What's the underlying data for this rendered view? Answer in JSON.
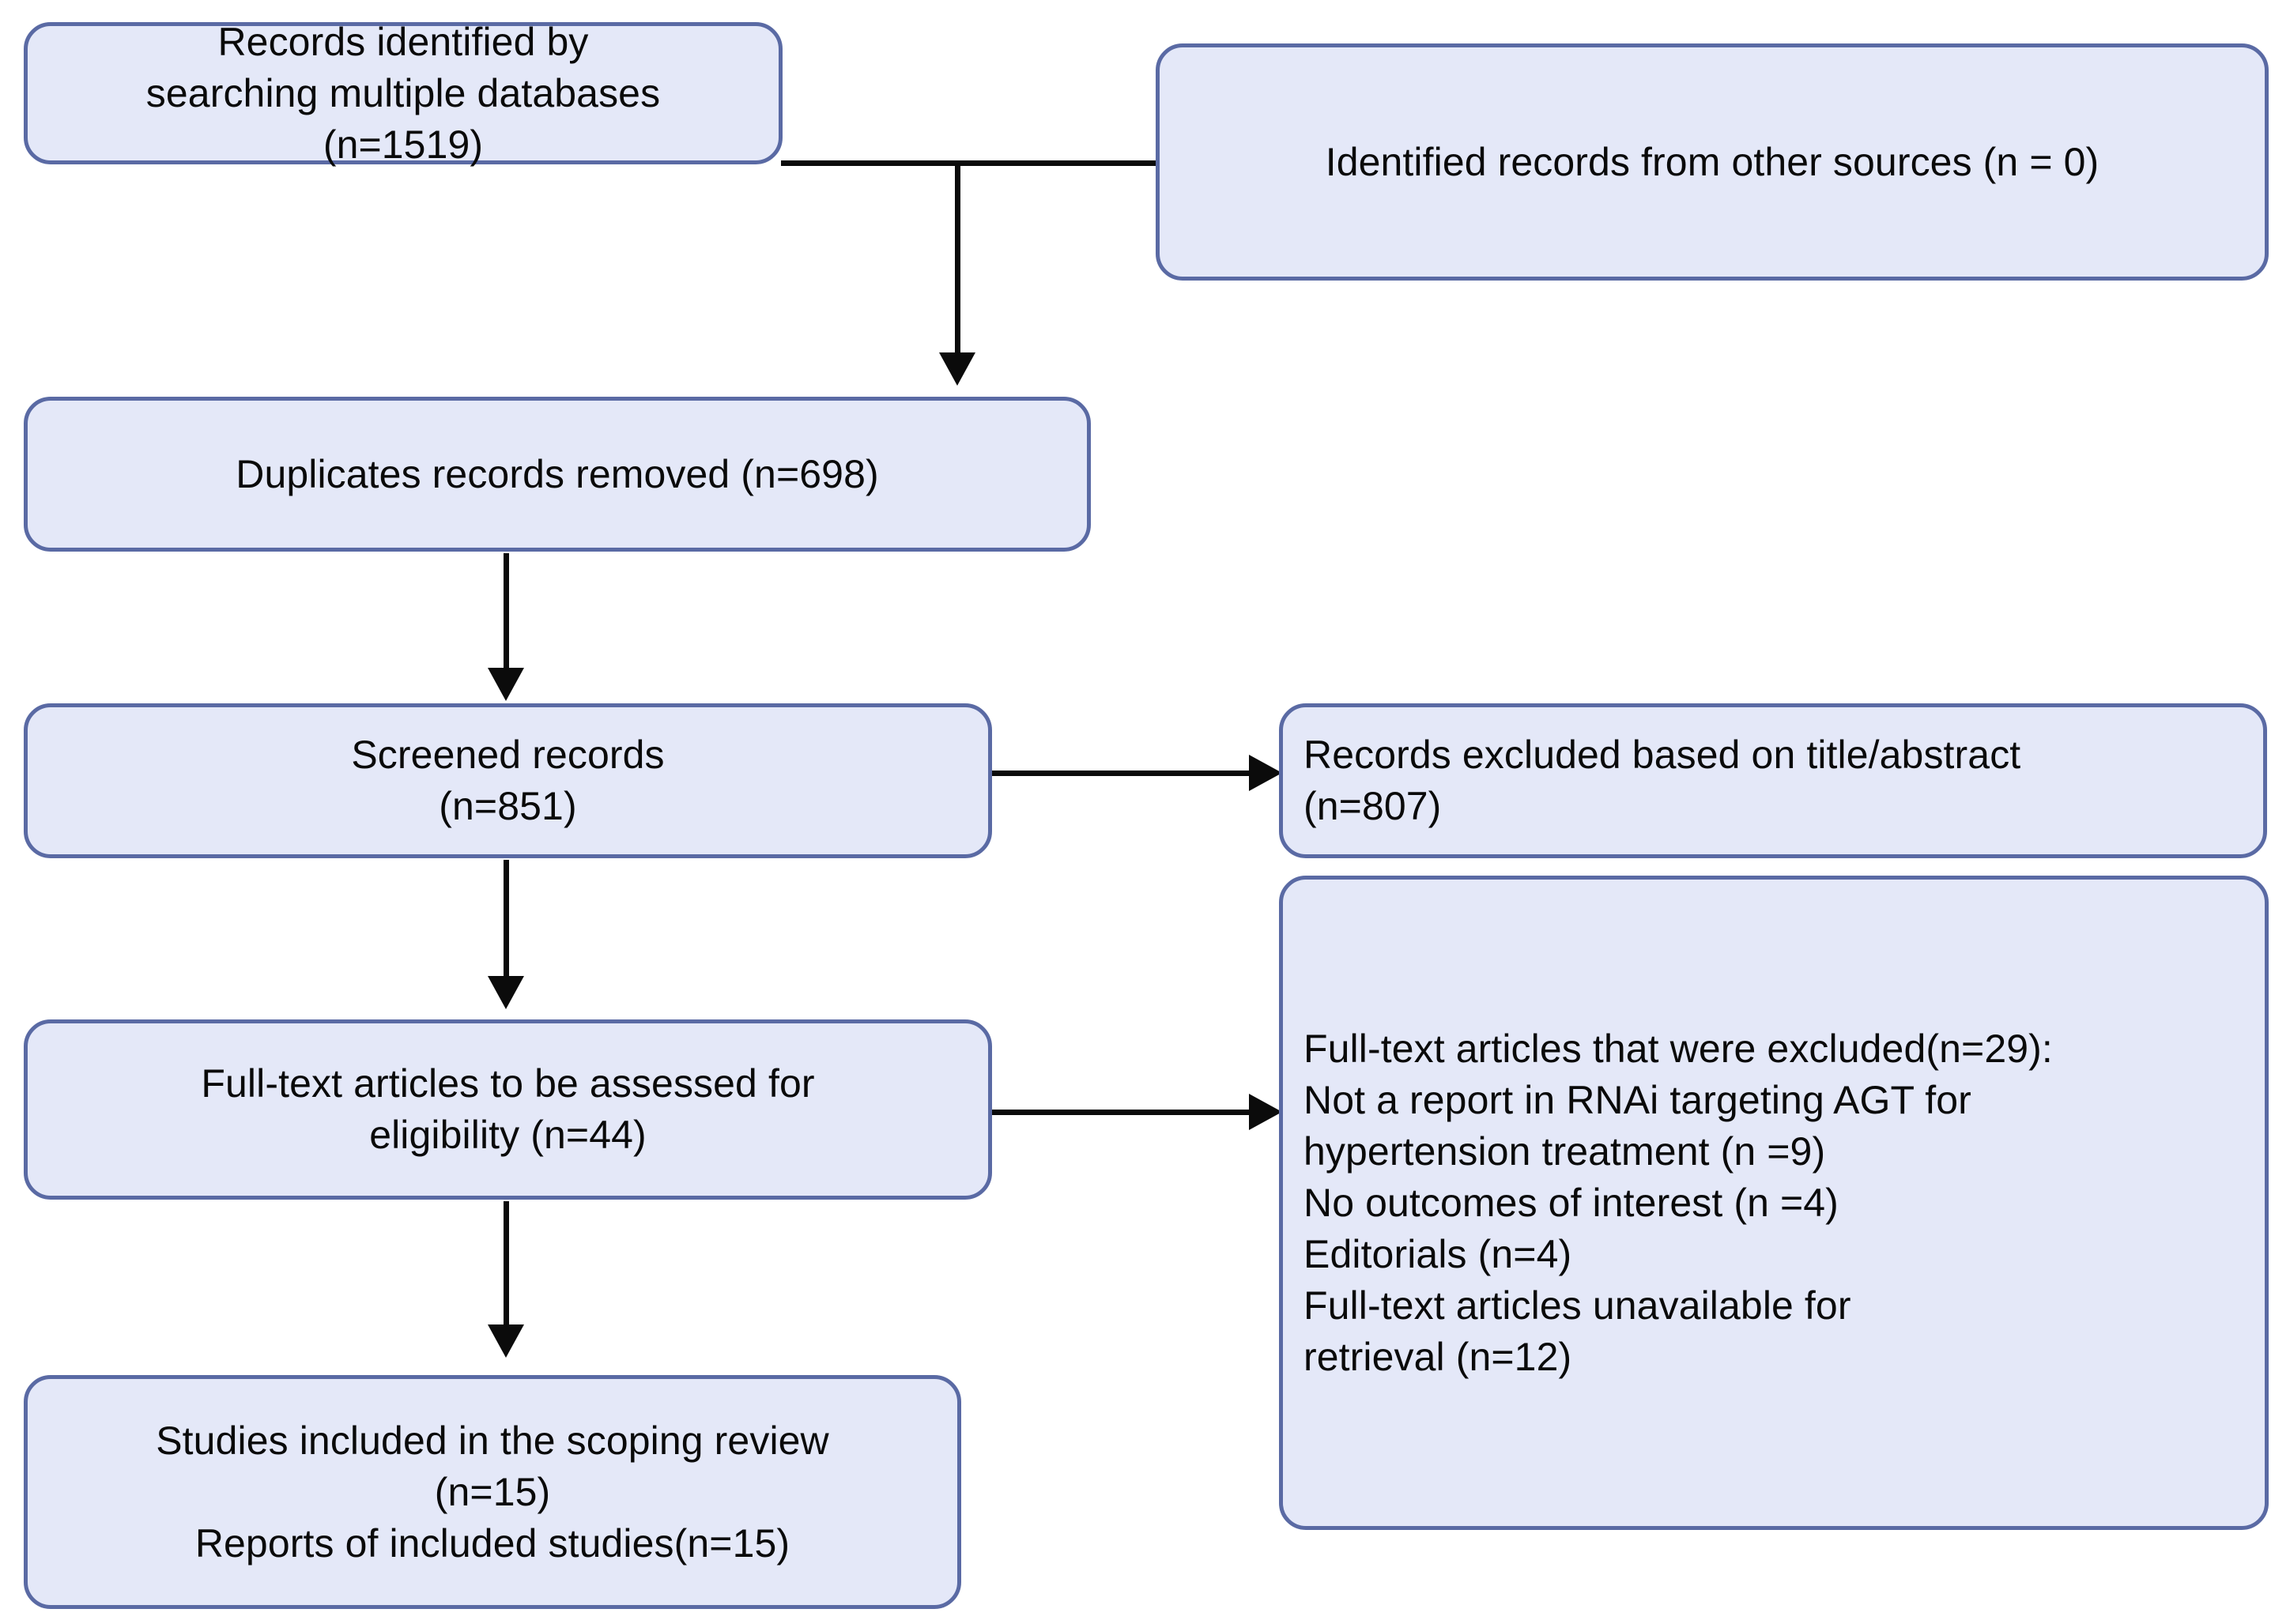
{
  "diagram": {
    "title": "PRISMA scoping review flow diagram",
    "colors": {
      "node_fill": "#e4e8f8",
      "node_border": "#5a6aa4",
      "connector": "#0b0b0b",
      "text": "#0a0a0a",
      "background": "#ffffff"
    }
  },
  "nodes": {
    "identified": {
      "id": "identified",
      "text": "Records identified  by\nsearching multiple databases\n(n=1519)",
      "count": 1519,
      "stage": "identification"
    },
    "other_sources": {
      "id": "other-sources",
      "text": "Identified records from other sources (n = 0)",
      "count": 0,
      "stage": "identification"
    },
    "duplicates": {
      "id": "duplicates",
      "text": "Duplicates records removed (n=698)",
      "count": 698,
      "stage": "screening"
    },
    "screened": {
      "id": "screened",
      "text": "Screened records\n(n=851)",
      "count": 851,
      "stage": "screening"
    },
    "excluded_title_abstract": {
      "id": "excluded-title-abstract",
      "text": "Records excluded based on title/abstract\n(n=807)",
      "count": 807,
      "stage": "screening"
    },
    "fulltext_assessed": {
      "id": "fulltext-assessed",
      "text": "Full-text articles to be assessed for\neligibility (n=44)",
      "count": 44,
      "stage": "eligibility"
    },
    "fulltext_excluded": {
      "id": "fulltext-excluded",
      "text": "Full-text articles that were excluded(n=29):\n    Not a report in RNAi targeting AGT for\n    hypertension treatment  (n =9)\n    No outcomes of interest (n =4)\n    Editorials (n=4)\n    Full-text articles unavailable for\n    retrieval (n=12)",
      "count": 29,
      "stage": "eligibility",
      "reasons": [
        {
          "label": "Not a report in RNAi targeting AGT for hypertension treatment",
          "count": 9
        },
        {
          "label": "No outcomes of interest",
          "count": 4
        },
        {
          "label": "Editorials",
          "count": 4
        },
        {
          "label": "Full-text articles unavailable for retrieval",
          "count": 12
        }
      ]
    },
    "included": {
      "id": "included",
      "text": "Studies included in the scoping review\n(n=15)\nReports of included studies(n=15)",
      "count": 15,
      "reports_count": 15,
      "stage": "included"
    }
  },
  "connectors": [
    {
      "name": "identified-to-other-sources",
      "type": "horizontal"
    },
    {
      "name": "identified-to-duplicates",
      "type": "vertical-arrow"
    },
    {
      "name": "duplicates-to-screened",
      "type": "vertical-arrow"
    },
    {
      "name": "screened-to-excluded-title-abstract",
      "type": "horizontal-arrow"
    },
    {
      "name": "screened-to-fulltext",
      "type": "vertical-arrow"
    },
    {
      "name": "fulltext-to-fulltext-excluded",
      "type": "horizontal-arrow"
    },
    {
      "name": "fulltext-to-included",
      "type": "vertical-arrow"
    }
  ]
}
